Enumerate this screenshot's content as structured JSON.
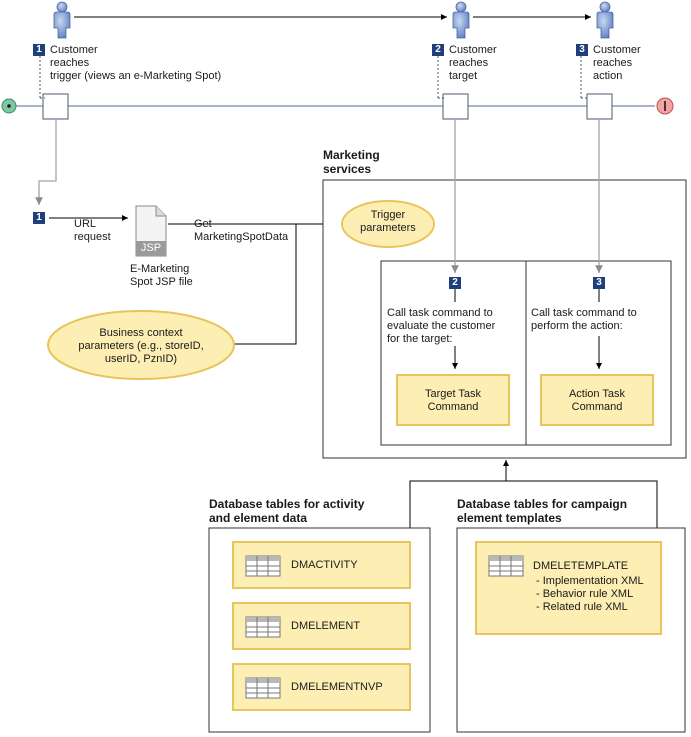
{
  "steps": [
    {
      "number": "1",
      "lines": [
        "Customer",
        "reaches",
        "trigger (views an e-Marketing Spot)"
      ]
    },
    {
      "number": "2",
      "lines": [
        "Customer",
        "reaches",
        "target"
      ]
    },
    {
      "number": "3",
      "lines": [
        "Customer",
        "reaches",
        "action"
      ]
    }
  ],
  "request": {
    "number": "1",
    "url_lines": [
      "URL",
      "request"
    ],
    "get_lines": [
      "Get",
      "MarketingSpotData"
    ],
    "jsp_label": "JSP",
    "jsp_file_lines": [
      "E-Marketing",
      "Spot JSP file"
    ]
  },
  "marketing_services": {
    "title_lines": [
      "Marketing",
      "services"
    ],
    "trigger_lines": [
      "Trigger",
      "parameters"
    ]
  },
  "business_context": {
    "lines": [
      "Business context",
      "parameters (e.g., storeID,",
      "userID, PznID)"
    ]
  },
  "tasks": [
    {
      "number": "2",
      "desc_lines": [
        "Call task command to",
        "evaluate the customer",
        "for the target:"
      ],
      "command_lines": [
        "Target Task",
        "Command"
      ]
    },
    {
      "number": "3",
      "desc_lines": [
        "Call task command to",
        "perform the action:"
      ],
      "command_lines": [
        "Action Task",
        "Command"
      ]
    }
  ],
  "activity_db": {
    "title_lines": [
      "Database tables for activity",
      "and element data"
    ],
    "tables": [
      "DMACTIVITY",
      "DMELEMENT",
      "DMELEMENTNVP"
    ]
  },
  "template_db": {
    "title_lines": [
      "Database tables for campaign",
      "element templates"
    ],
    "table": "DMELETEMPLATE",
    "details": [
      "- Implementation XML",
      "- Behavior rule XML",
      "- Related rule XML"
    ]
  },
  "colors": {
    "badge": "#1f3f7a",
    "timeline": "#a9b3cb",
    "flow_line": "#a5a5a5",
    "person": "#6b8cc7",
    "yellow_fill": "#fdeeb4",
    "yellow_border": "#e8c45c",
    "start_node": "#7cc7a4",
    "end_node": "#f3a3a3"
  }
}
